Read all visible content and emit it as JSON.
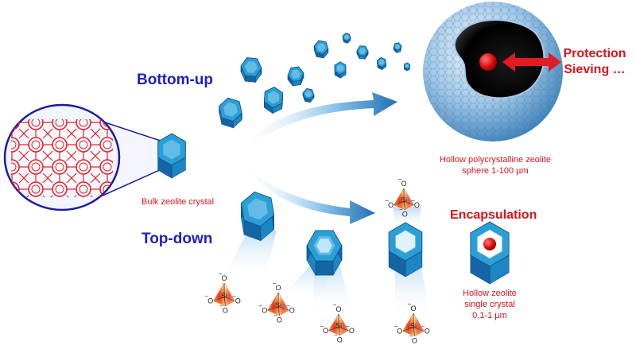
{
  "labels": {
    "bottom_up": "Bottom-up",
    "top_down": "Top-down",
    "bulk_crystal": "Bulk zeolite crystal",
    "hollow_sphere_line1": "Hollow polycrystalline zeolite",
    "hollow_sphere_line2": "sphere 1-100 µm",
    "protection": "Protection",
    "sieving": "Sieving …",
    "encapsulation": "Encapsulation",
    "hollow_single_line1": "Hollow zeolite",
    "hollow_single_line2": "single crystal",
    "hollow_single_line3": "0,1-1 µm"
  },
  "tetrahedron": {
    "center_atom": "Si",
    "oxygen_atom": "O",
    "charge": "−"
  },
  "colors": {
    "crystal_face": "#2a9fd6",
    "crystal_dark": "#1565a6",
    "crystal_light": "#8fd3f4",
    "framework_red": "#e8232a",
    "label_blue": "#1f1fc0",
    "label_red": "#d8141c",
    "tetra_orange": "#f59a4a",
    "sphere_blue": "#5aa3d8"
  }
}
